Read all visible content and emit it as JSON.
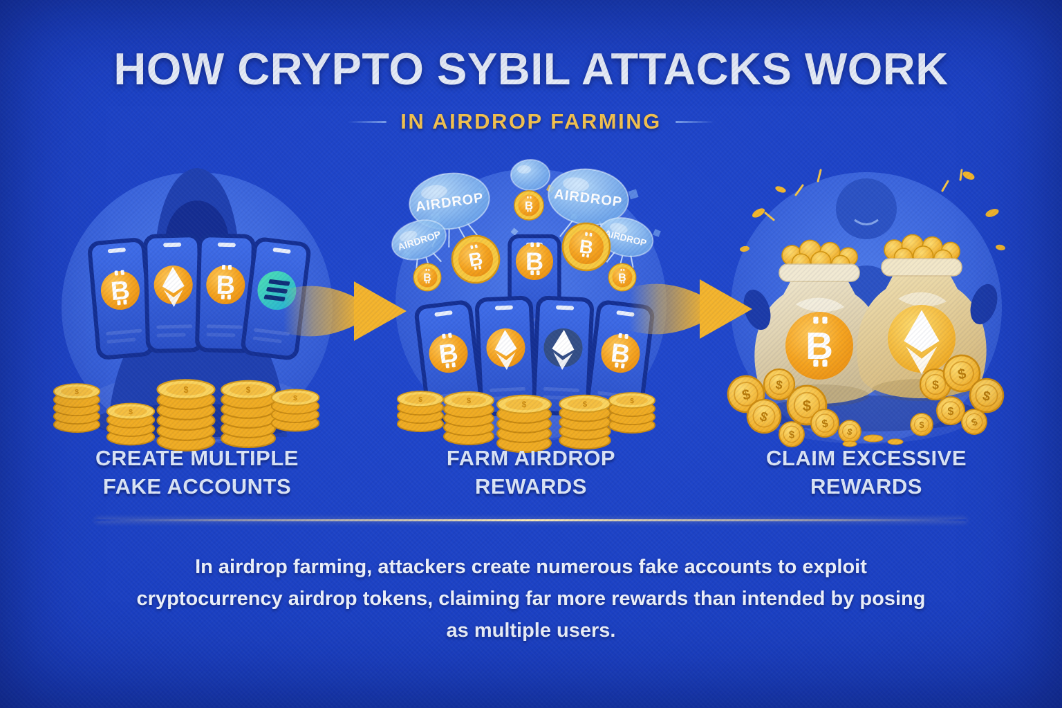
{
  "header": {
    "title": "HOW CRYPTO SYBIL ATTACKS WORK",
    "subtitle": "IN AIRDROP FARMING"
  },
  "airdrop_label": "AIRDROP",
  "steps": [
    {
      "name": "create-multiple-fake-accounts",
      "label_lines": [
        "CREATE MULTIPLE",
        "FAKE ACCOUNTS"
      ],
      "phone_icons": [
        "bitcoin",
        "ethereum",
        "bitcoin",
        "solana"
      ]
    },
    {
      "name": "farm-airdrop-rewards",
      "label_lines": [
        "FARM AIRDROP",
        "REWARDS"
      ],
      "phone_icons": [
        "bitcoin",
        "bitcoin",
        "ethereum-gold",
        "ethereum-dark",
        "bitcoin"
      ],
      "airdrop_bubble_count": 4
    },
    {
      "name": "claim-excessive-rewards",
      "label_lines": [
        "CLAIM EXCESSIVE",
        "REWARDS"
      ],
      "bag_icons": [
        "bitcoin",
        "ethereum"
      ]
    }
  ],
  "flow_arrows": [
    {
      "direction": "right"
    },
    {
      "direction": "right"
    }
  ],
  "description": "In airdrop farming, attackers create numerous fake accounts to exploit cryptocurrency airdrop tokens, claiming far more rewards than intended by posing as multiple users.",
  "colors": {
    "background": "#1b40c2",
    "circle_fill": "#3a64dc",
    "accent_gold": "#f4b42c",
    "coin_orange": "#f6a41f",
    "phone_navy": "#142f92",
    "silhouette_blue": "#1f40b0",
    "title_white": "#e9effa",
    "subtitle_gold": "#f2c14e",
    "teal": "#36c9bc"
  }
}
